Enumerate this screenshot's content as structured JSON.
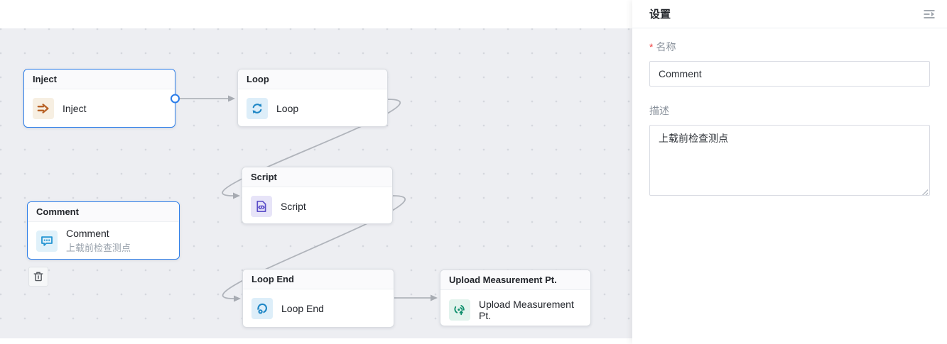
{
  "colors": {
    "selection_blue": "#2b7de9",
    "wire_gray": "#b0b4bb",
    "canvas_bg": "#edeef2",
    "inject_orange": "#b86125",
    "loop_blue": "#1f87c6",
    "script_purple": "#5b4ec9",
    "comment_blue": "#2495d3",
    "upload_green": "#0f8f6d",
    "required_red": "#f03e3e"
  },
  "canvas": {
    "nodes": [
      {
        "id": "inject",
        "header": "Inject",
        "label": "Inject",
        "icon": "inject-arrow-icon",
        "selected": true
      },
      {
        "id": "loop",
        "header": "Loop",
        "label": "Loop",
        "icon": "loop-sync-icon",
        "selected": false
      },
      {
        "id": "script",
        "header": "Script",
        "label": "Script",
        "icon": "script-code-icon",
        "selected": false
      },
      {
        "id": "comment",
        "header": "Comment",
        "label": "Comment",
        "sublabel": "上载前检查测点",
        "icon": "comment-bubble-icon",
        "selected": true
      },
      {
        "id": "loop-end",
        "header": "Loop End",
        "label": "Loop End",
        "icon": "loop-end-icon",
        "selected": false
      },
      {
        "id": "upload",
        "header": "Upload Measurement Pt.",
        "label": "Upload Measurement Pt.",
        "icon": "upload-signal-icon",
        "selected": false
      }
    ],
    "connections": [
      {
        "from": "inject",
        "to": "loop"
      },
      {
        "from": "loop",
        "to": "script"
      },
      {
        "from": "script",
        "to": "loop-end"
      },
      {
        "from": "loop-end",
        "to": "upload"
      }
    ],
    "delete_icon": "trash-icon"
  },
  "panel": {
    "title": "设置",
    "collapse_icon": "menu-unfold-icon",
    "fields": {
      "name": {
        "required_mark": "*",
        "label": "名称",
        "value": "Comment"
      },
      "description": {
        "label": "描述",
        "value": "上载前检查测点"
      }
    }
  }
}
